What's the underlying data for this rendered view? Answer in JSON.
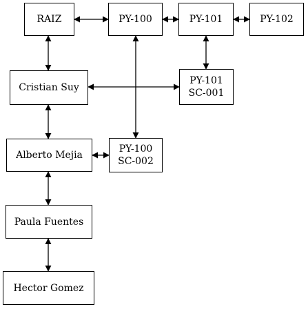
{
  "diagram": {
    "nodes": {
      "raiz": "RAIZ",
      "py100": "PY-100",
      "py101": "PY-101",
      "py102": "PY-102",
      "cristian": "Cristian Suy",
      "py101_sc001": {
        "line1": "PY-101",
        "line2": "SC-001"
      },
      "alberto": "Alberto Mejia",
      "py100_sc002": {
        "line1": "PY-100",
        "line2": "SC-002"
      },
      "paula": "Paula Fuentes",
      "hector": "Hector Gomez"
    },
    "connections": [
      {
        "from": "raiz",
        "to": "py100",
        "style": "double-arrow"
      },
      {
        "from": "py100",
        "to": "py101",
        "style": "double-arrow"
      },
      {
        "from": "py101",
        "to": "py102",
        "style": "double-arrow"
      },
      {
        "from": "raiz",
        "to": "cristian",
        "style": "double-arrow"
      },
      {
        "from": "py101",
        "to": "py101_sc001",
        "style": "double-arrow"
      },
      {
        "from": "cristian",
        "to": "py101_sc001",
        "style": "double-arrow"
      },
      {
        "from": "py100",
        "to": "py100_sc002",
        "style": "double-arrow"
      },
      {
        "from": "cristian",
        "to": "alberto",
        "style": "double-arrow"
      },
      {
        "from": "alberto",
        "to": "py100_sc002",
        "style": "double-arrow"
      },
      {
        "from": "alberto",
        "to": "paula",
        "style": "double-arrow"
      },
      {
        "from": "paula",
        "to": "hector",
        "style": "double-arrow"
      }
    ],
    "colors": {
      "line": "#000000",
      "box_border": "#000000",
      "background": "#ffffff"
    }
  }
}
